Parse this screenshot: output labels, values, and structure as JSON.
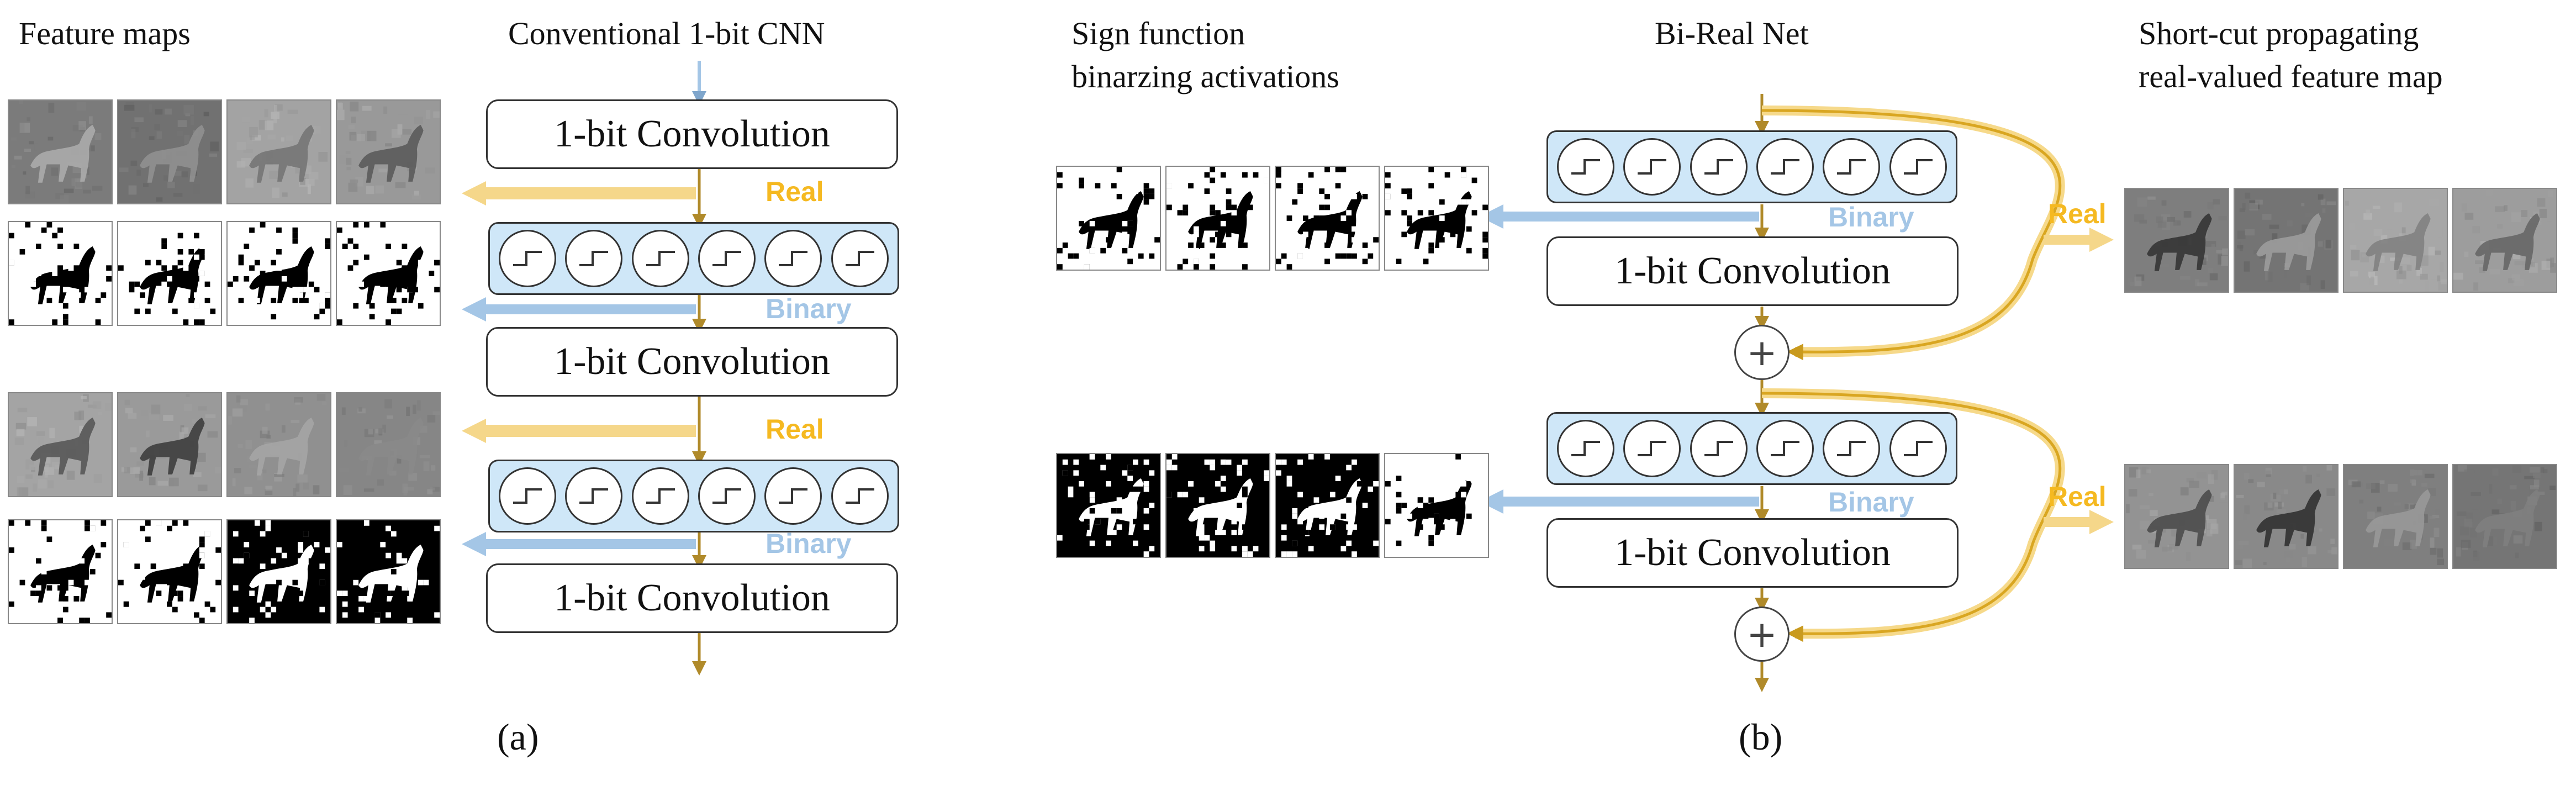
{
  "panel_a": {
    "feature_maps_title": "Feature maps",
    "network_title": "Conventional 1-bit CNN",
    "convolution_label": "1-bit Convolution",
    "real_label": "Real",
    "binary_label": "Binary",
    "caption": "(a)"
  },
  "panel_b": {
    "sign_title_line1": "Sign function",
    "sign_title_line2": "binarzing activations",
    "network_title": "Bi-Real Net",
    "shortcut_title_line1": "Short-cut propagating",
    "shortcut_title_line2": "real-valued feature map",
    "convolution_label": "1-bit Convolution",
    "real_label": "Real",
    "binary_label": "Binary",
    "sum_symbol": "+",
    "caption": "(b)"
  },
  "colors": {
    "real_arrow": "#f5d78a",
    "real_text": "#f5b921",
    "binary_arrow": "#a4c6e6",
    "binary_text": "#a4c6e6",
    "sign_block_fill": "#cfe7f8",
    "main_wire": "#b08a2a",
    "shortcut_wire": "#f0c64a"
  },
  "icons": {
    "sign_unit": "step-function-icon",
    "feature_map": "horse-feature-map-image"
  }
}
